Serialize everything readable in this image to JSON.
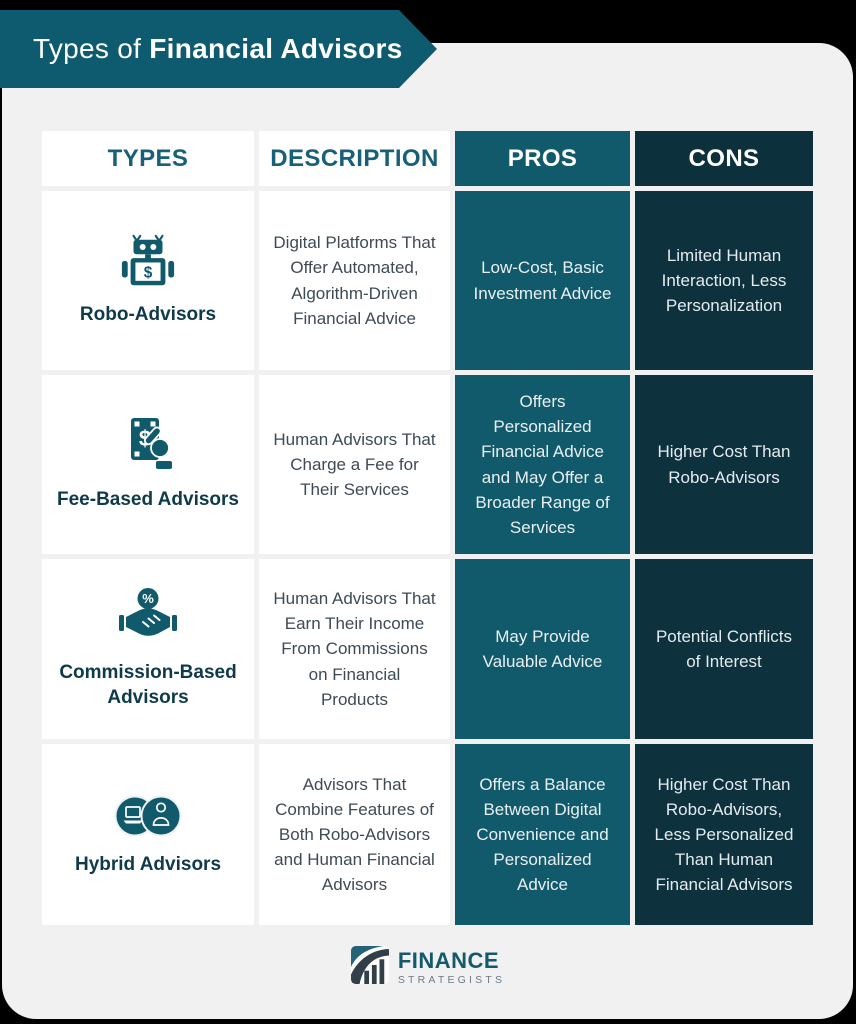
{
  "title": {
    "prefix": "Types of",
    "emphasis": "Financial Advisors"
  },
  "table": {
    "columns": [
      {
        "label": "TYPES"
      },
      {
        "label": "DESCRIPTION"
      },
      {
        "label": "PROS"
      },
      {
        "label": "CONS"
      }
    ],
    "rows": [
      {
        "type": "Robo-Advisors",
        "icon": "robot-dollar-icon",
        "description": "Digital Platforms That Offer Automated, Algorithm-Driven Financial Advice",
        "pros": "Low-Cost, Basic Investment Advice",
        "cons": "Limited Human Interaction, Less Personalization"
      },
      {
        "type": "Fee-Based Advisors",
        "icon": "hand-money-icon",
        "description": "Human Advisors That Charge a Fee for Their Services",
        "pros": "Offers Personalized Financial Advice and May Offer a Broader Range of Services",
        "cons": "Higher Cost Than Robo-Advisors"
      },
      {
        "type": "Commission-Based Advisors",
        "icon": "handshake-percent-icon",
        "description": "Human Advisors That Earn Their Income From Commissions on Financial Products",
        "pros": "May Provide Valuable Advice",
        "cons": "Potential Conflicts of Interest"
      },
      {
        "type": "Hybrid Advisors",
        "icon": "hybrid-venn-icon",
        "description": "Advisors That Combine Features of Both Robo-Advisors and Human Financial Advisors",
        "pros": "Offers a Balance Between Digital Convenience and Personalized Advice",
        "cons": "Higher Cost Than Robo-Advisors, Less Personalized Than Human Financial Advisors"
      }
    ]
  },
  "footer": {
    "brand_primary": "FINANCE",
    "brand_secondary": "STRATEGISTS"
  },
  "colors": {
    "page_bg": "#000000",
    "card_bg": "#f1f1f2",
    "banner_teal": "#0e5a6e",
    "pros_teal": "#115a6c",
    "cons_dark": "#0c313c",
    "cons_body": "#0e323d",
    "header_label_teal": "#176078",
    "type_label_navy": "#0e3a4a",
    "description_gray": "#3d4b54"
  }
}
